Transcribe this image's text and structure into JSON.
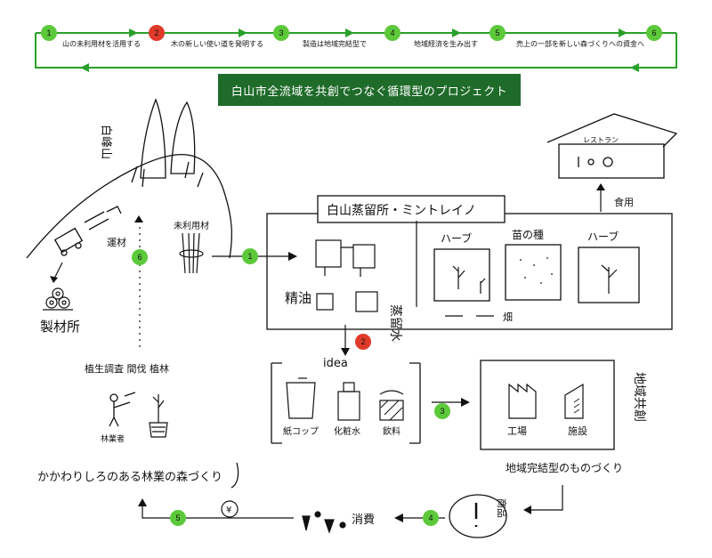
{
  "banner": "白山市全流域を共創でつなぐ循環型のプロジェクト",
  "steps": [
    {
      "num": "1",
      "label": "山の未利用材を活用する",
      "color": "#5cc93a"
    },
    {
      "num": "2",
      "label": "木の新しい使い道を発明する",
      "color": "#e03a2a"
    },
    {
      "num": "3",
      "label": "製造は地域完結型で",
      "color": "#5cc93a"
    },
    {
      "num": "4",
      "label": "地域経済を生み出す",
      "color": "#5cc93a"
    },
    {
      "num": "5",
      "label": "売上の一部を新しい森づくりへの資金へ",
      "color": "#5cc93a"
    },
    {
      "num": "6",
      "label": "",
      "color": "#5cc93a"
    }
  ],
  "sketch": {
    "mountain": "白峰山",
    "logging": "運材",
    "unused_wood": "未利用材",
    "sawmill": "製材所",
    "forestry_work": "植生調査 間伐 植林",
    "forester": "林業者",
    "forest_slogan": "かかわりしろのある林業の森づくり",
    "distillery_title": "白山蒸留所・ミントレイノ",
    "refined_oil": "精油",
    "distilled_water": "蒸留水",
    "herb_left": "ハーブ",
    "seed": "苗の種",
    "herb_right": "ハーブ",
    "field": "畑",
    "restaurant": "レストラン",
    "food": "食用",
    "idea": "idea",
    "paper_cup": "紙コップ",
    "cosmetics": "化粧水",
    "drink": "飲料",
    "factory": "工場",
    "facility": "施設",
    "regional_cocreation": "地域共創",
    "local_making": "地域完結型のものづくり",
    "product": "商品",
    "consumption": "消費",
    "yen": "¥",
    "markers": [
      "1",
      "2",
      "3",
      "4",
      "5",
      "6"
    ]
  }
}
